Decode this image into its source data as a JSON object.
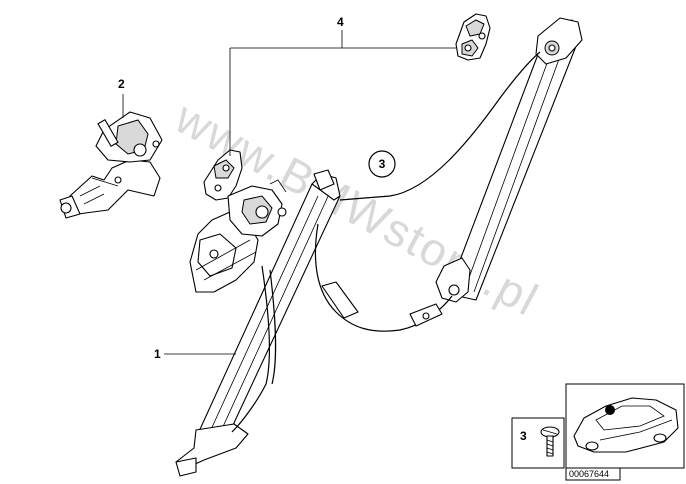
{
  "diagram": {
    "watermark": "www.BMWstore.pl",
    "callouts": {
      "item1": "1",
      "item2": "2",
      "item3_circle": "3",
      "item4": "4",
      "item3_legend": "3"
    },
    "inset": {
      "part_number": "00067644"
    },
    "colors": {
      "line": "#000000",
      "shade": "#d9d9d9",
      "watermark": "#d8d8d8",
      "background": "#ffffff"
    }
  }
}
